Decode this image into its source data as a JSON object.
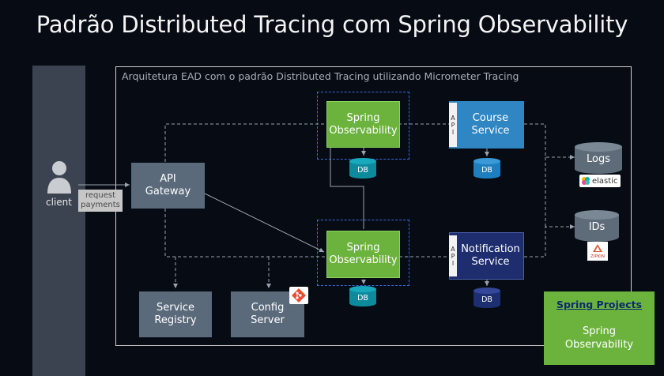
{
  "title": "Padrão Distributed Tracing com Spring Observability",
  "client": {
    "label": "client",
    "request_line1": "request",
    "request_line2": "payments"
  },
  "architecture_label": "Arquitetura EAD com o padrão Distributed Tracing utilizando Micrometer Tracing",
  "api_gateway": {
    "line1": "API",
    "line2": "Gateway"
  },
  "spring_observability_top": {
    "line1": "Spring",
    "line2": "Observability"
  },
  "spring_observability_bottom": {
    "line1": "Spring",
    "line2": "Observability"
  },
  "course_service": {
    "line1": "Course",
    "line2": "Service"
  },
  "notification_service": {
    "line1": "Notification",
    "line2": "Service"
  },
  "api_strip_letters": [
    "A",
    "P",
    "I"
  ],
  "db_label": "DB",
  "logs_label": "Logs",
  "ids_label": "IDs",
  "elastic_label": "elastic",
  "zipkin_label": "ZIPKIN",
  "service_registry": {
    "line1": "Service",
    "line2": "Registry"
  },
  "config_server": {
    "line1": "Config",
    "line2": "Server"
  },
  "spring_projects": {
    "title": "Spring Projects",
    "line1": "Spring",
    "line2": "Observability"
  },
  "colors": {
    "background": "#070b14",
    "gray_box": "#5b6a7b",
    "spring_green": "#6cb33e",
    "course_blue": "#2f86c2",
    "notification_navy": "#1d2d6e",
    "db_teal": "#0d8a9c",
    "db_navy": "#1e2e73",
    "store_gray": "#5e6c7a",
    "dashed_blue": "#3e6ad6",
    "connector": "#9aa3ad"
  },
  "icons": [
    "user-icon",
    "elastic-icon",
    "zipkin-icon",
    "git-icon"
  ]
}
